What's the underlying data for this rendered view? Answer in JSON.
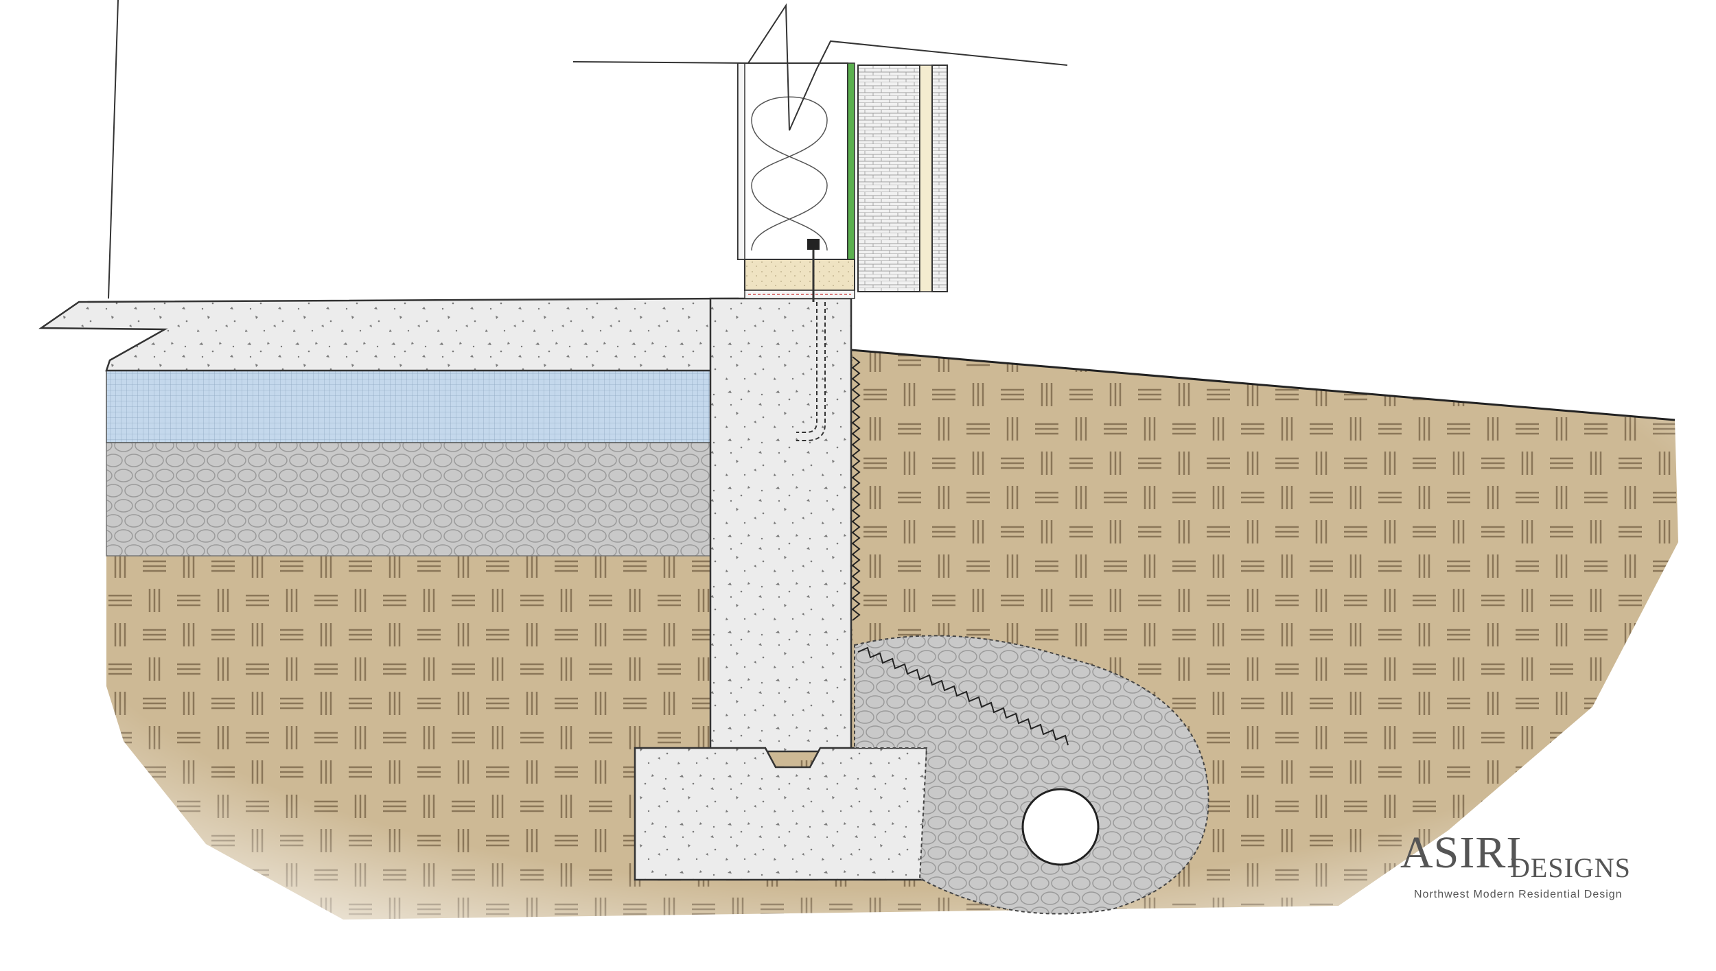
{
  "logo": {
    "name": "ASIRI",
    "name_suffix": "DESIGNS",
    "tagline": "Northwest Modern Residential Design"
  },
  "colors": {
    "soil": "#cdb995",
    "soil_line": "#8a7658",
    "concrete": "#ececec",
    "gravel": "#c9c9c9",
    "rigid_insulation": "#c4d8ec",
    "framing_lumber": "#efe3c2",
    "weather_barrier": "#5bb04f",
    "outline": "#333333"
  }
}
